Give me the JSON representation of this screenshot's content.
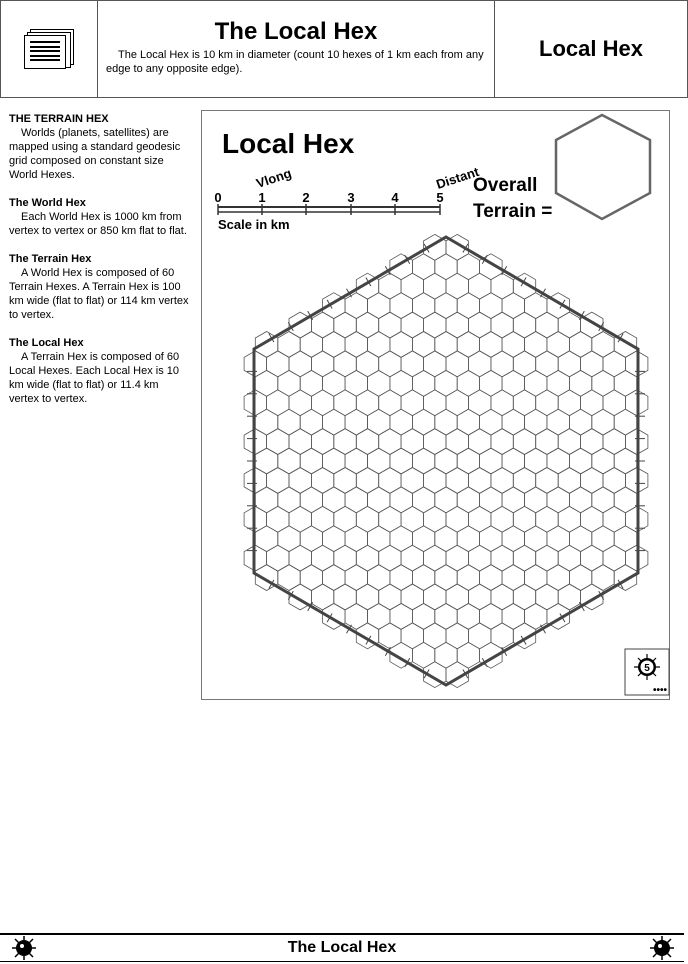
{
  "header": {
    "title": "The Local Hex",
    "description": "The Local Hex is 10 km in diameter (count 10 hexes of 1 km each from any edge to any opposite edge).",
    "section_label": "Local Hex",
    "icon": "document-stack-icon"
  },
  "sidebar": {
    "sections": [
      {
        "heading": "THE TERRAIN HEX",
        "text": "Worlds (planets, satellites) are mapped using a standard geodesic grid composed on constant size World Hexes."
      },
      {
        "heading": "The World Hex",
        "text": "Each World Hex is 1000 km from vertex to vertex or 850 km flat to flat."
      },
      {
        "heading": "The Terrain Hex",
        "text": "A World Hex is composed of 60 Terrain Hexes. A Terrain Hex is 100 km wide (flat to flat) or 114 km vertex to vertex."
      },
      {
        "heading": "The Local Hex",
        "text": "A Terrain Hex is composed of 60 Local Hexes. Each Local Hex is 10 km wide (flat to flat) or 11.4 km vertex to vertex."
      }
    ]
  },
  "map": {
    "title": "Local Hex",
    "scale_ticks": [
      "0",
      "1",
      "2",
      "3",
      "4",
      "5"
    ],
    "scale_label": "Scale in km",
    "vlong_label": "Vlong",
    "distant_label": "Distant",
    "overall_label": "Overall",
    "terrain_label": "Terrain =",
    "badge_number": "5",
    "badge_dots": "••••"
  },
  "footer": {
    "title": "The Local Hex",
    "icon": "sun-icon"
  }
}
